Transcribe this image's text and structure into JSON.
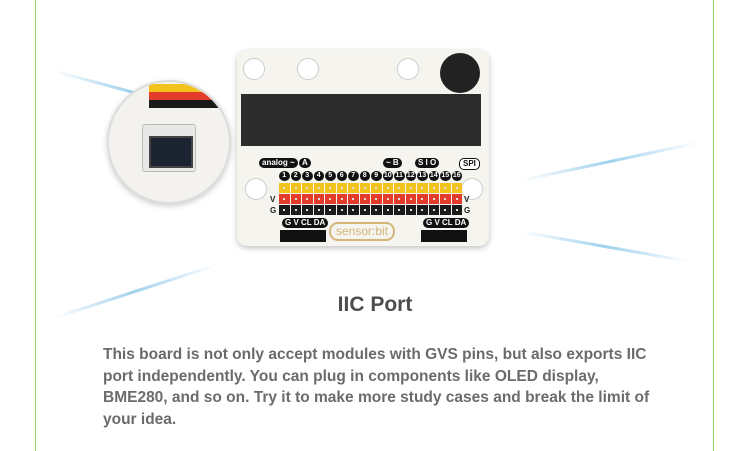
{
  "heading": "IIC Port",
  "description": "This board is not only accept modules with GVS pins, but also exports IIC port independently. You can plug in components like OLED display, BME280, and so on. Try it to make more study cases and break the limit of your idea.",
  "board": {
    "logo_text": "sensor:bit",
    "analog_label": "analog ~",
    "a_label": "A",
    "b_label": "~ B",
    "sio_label": "S I O",
    "spi_label": "SPI",
    "pin_numbers": [
      "1",
      "2",
      "3",
      "4",
      "5",
      "6",
      "7",
      "8",
      "9",
      "10",
      "11",
      "12",
      "13",
      "14",
      "15",
      "16"
    ],
    "v_label": "V",
    "g_label": "G",
    "iic_label": "G V CL DA"
  },
  "colors": {
    "accent_line": "#8fd16b",
    "heading": "#4d4d4d",
    "body_text": "#6b6b6b"
  }
}
